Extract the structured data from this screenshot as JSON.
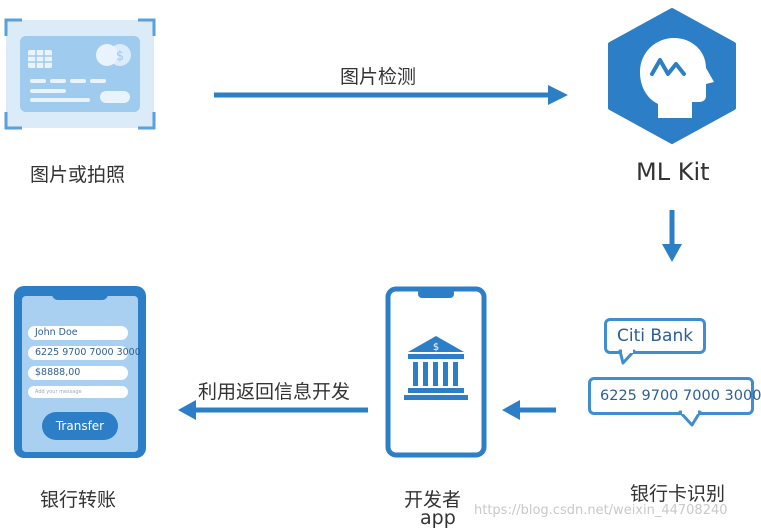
{
  "nodes": {
    "photo": {
      "label": "图片或拍照"
    },
    "mlkit": {
      "label": "ML Kit"
    },
    "card_recognition": {
      "label": "银行卡识别"
    },
    "developer_app": {
      "label_line1": "开发者",
      "label_line2": "app"
    },
    "bank_transfer": {
      "label": "银行转账"
    }
  },
  "edges": {
    "detect": {
      "label": "图片检测"
    },
    "return_info": {
      "label": "利用返回信息开发"
    }
  },
  "card_bubbles": {
    "bank_name": "Citi Bank",
    "card_number": "6225 9700 7000 3000"
  },
  "phone_form": {
    "name": "John Doe",
    "card_number": "6225 9700 7000 3000",
    "amount": "$8888,00",
    "message_placeholder": "Add your message",
    "button": "Transfer"
  },
  "watermark": "https://blog.csdn.net/weixin_44708240",
  "colors": {
    "primary_blue": "#2c7ec7",
    "light_blue": "#9fcbef",
    "pale_blue": "#cfe3f5"
  },
  "icons": {
    "bank": "bank-building-icon",
    "mlkit": "head-brain-icon",
    "dollar": "dollar-icon"
  }
}
